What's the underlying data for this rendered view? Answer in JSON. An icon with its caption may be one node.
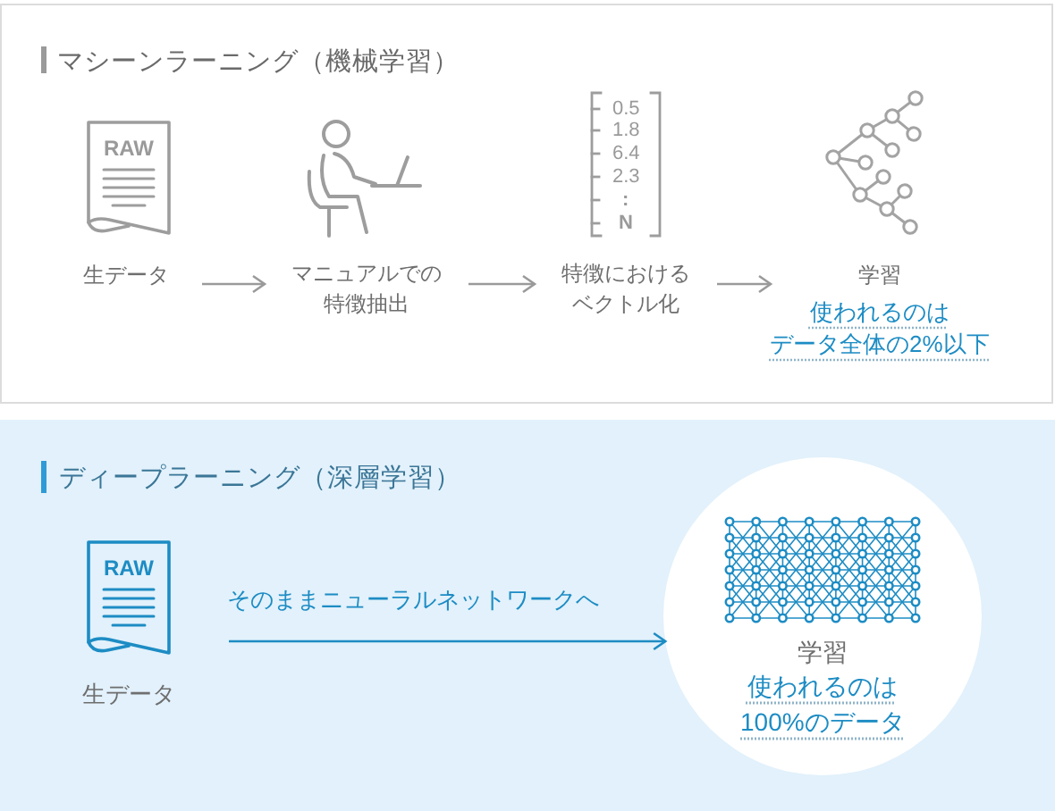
{
  "diagram": {
    "nodes": [
      {
        "text": [
          "マシーンラーニング（機械学習）"
        ]
      },
      {
        "text": [
          "生データ"
        ],
        "in": 0
      },
      {
        "text": [
          "マニュアルでの特徴抽出"
        ],
        "in": 0
      },
      {
        "text": [
          "特徴におけるベクトル化"
        ],
        "in": 0
      },
      {
        "text": [
          "学習",
          "使われるのはデータ全体の2%以下"
        ],
        "in": 0
      },
      {
        "text": [
          "ディープラーニング（深層学習）"
        ]
      },
      {
        "text": [
          "生データ"
        ],
        "in": 5
      },
      {
        "text": [
          "学習",
          "使われるのは100%のデータ"
        ],
        "in": 5
      }
    ],
    "edges": [
      {
        "from": 1,
        "to": 2,
        "arrow": "to"
      },
      {
        "from": 2,
        "to": 3,
        "arrow": "to"
      },
      {
        "from": 3,
        "to": 4,
        "arrow": "to"
      },
      {
        "from": 6,
        "to": 7,
        "arrow": "to",
        "label": "そのままニューラルネットワークへ",
        "color": "#1d8cc4"
      }
    ],
    "labels": [
      "RAW",
      "0.5",
      "1.8",
      "6.4",
      "2.3",
      ":",
      "N",
      "RAW"
    ]
  }
}
